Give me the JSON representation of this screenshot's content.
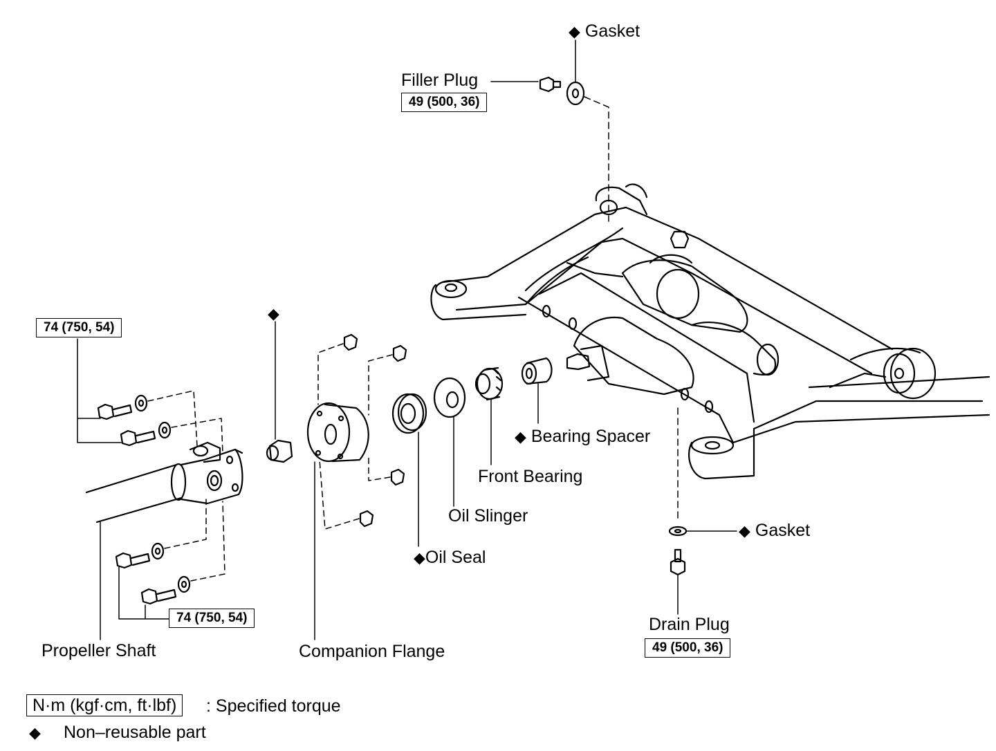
{
  "labels": {
    "gasket_top": "Gasket",
    "filler_plug": "Filler Plug",
    "bearing_spacer": "Bearing Spacer",
    "front_bearing": "Front Bearing",
    "oil_slinger": "Oil Slinger",
    "oil_seal": "Oil Seal",
    "gasket_bottom": "Gasket",
    "drain_plug": "Drain Plug",
    "propeller_shaft": "Propeller Shaft",
    "companion_flange": "Companion Flange"
  },
  "torques": {
    "filler_plug": "49 (500, 36)",
    "propeller_top": "74 (750, 54)",
    "propeller_bottom": "74 (750, 54)",
    "drain_plug": "49 (500, 36)"
  },
  "legend": {
    "torque_unit": "N·m (kgf·cm, ft·lbf)",
    "torque_desc": ": Specified torque",
    "nonreusable_symbol": "◆",
    "nonreusable_desc": "Non–reusable part"
  },
  "marker": "◆"
}
